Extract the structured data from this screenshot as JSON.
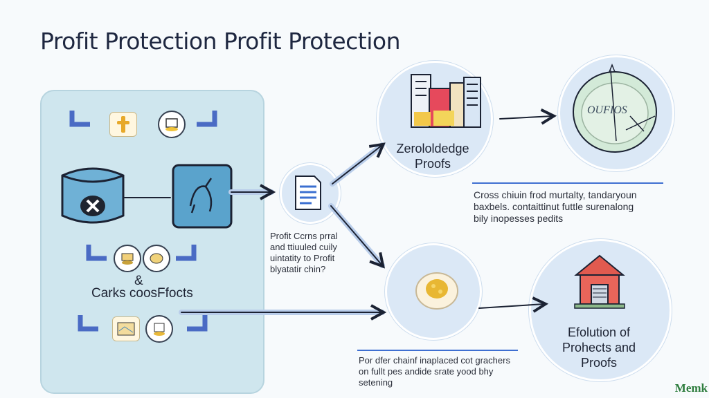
{
  "title": "Profit Protection Profit Protection",
  "left_panel": {
    "ampersand": "&",
    "label": "Carks coosFfocts"
  },
  "middle_note": [
    "Profit  Ccrns prral",
    "and ttiuuled cuily",
    "uintatity to Profit",
    "blyatatir chin?"
  ],
  "zk_label": [
    "Zerololdedge",
    "Proofs"
  ],
  "top_right_note": [
    "Cross chiuin frod murtalty, tandaryoun",
    "baxbels. contaittinut futtle surenalong",
    "bily inopesses pedits"
  ],
  "bottom_note": [
    "Por dfer chainf inaplaced cot grachers",
    "on fullt pes andide srate yood bhy",
    "setening"
  ],
  "evolution_label": [
    "Efolution of",
    "Prohects and",
    "Proofs"
  ],
  "plate_text": "OUFIOS",
  "watermark": "Memk",
  "icons": [
    "container-x-icon",
    "bird-square-icon",
    "document-icon",
    "city-buildings-icon",
    "plate-sketch-icon",
    "coin-icon",
    "bank-house-icon"
  ]
}
